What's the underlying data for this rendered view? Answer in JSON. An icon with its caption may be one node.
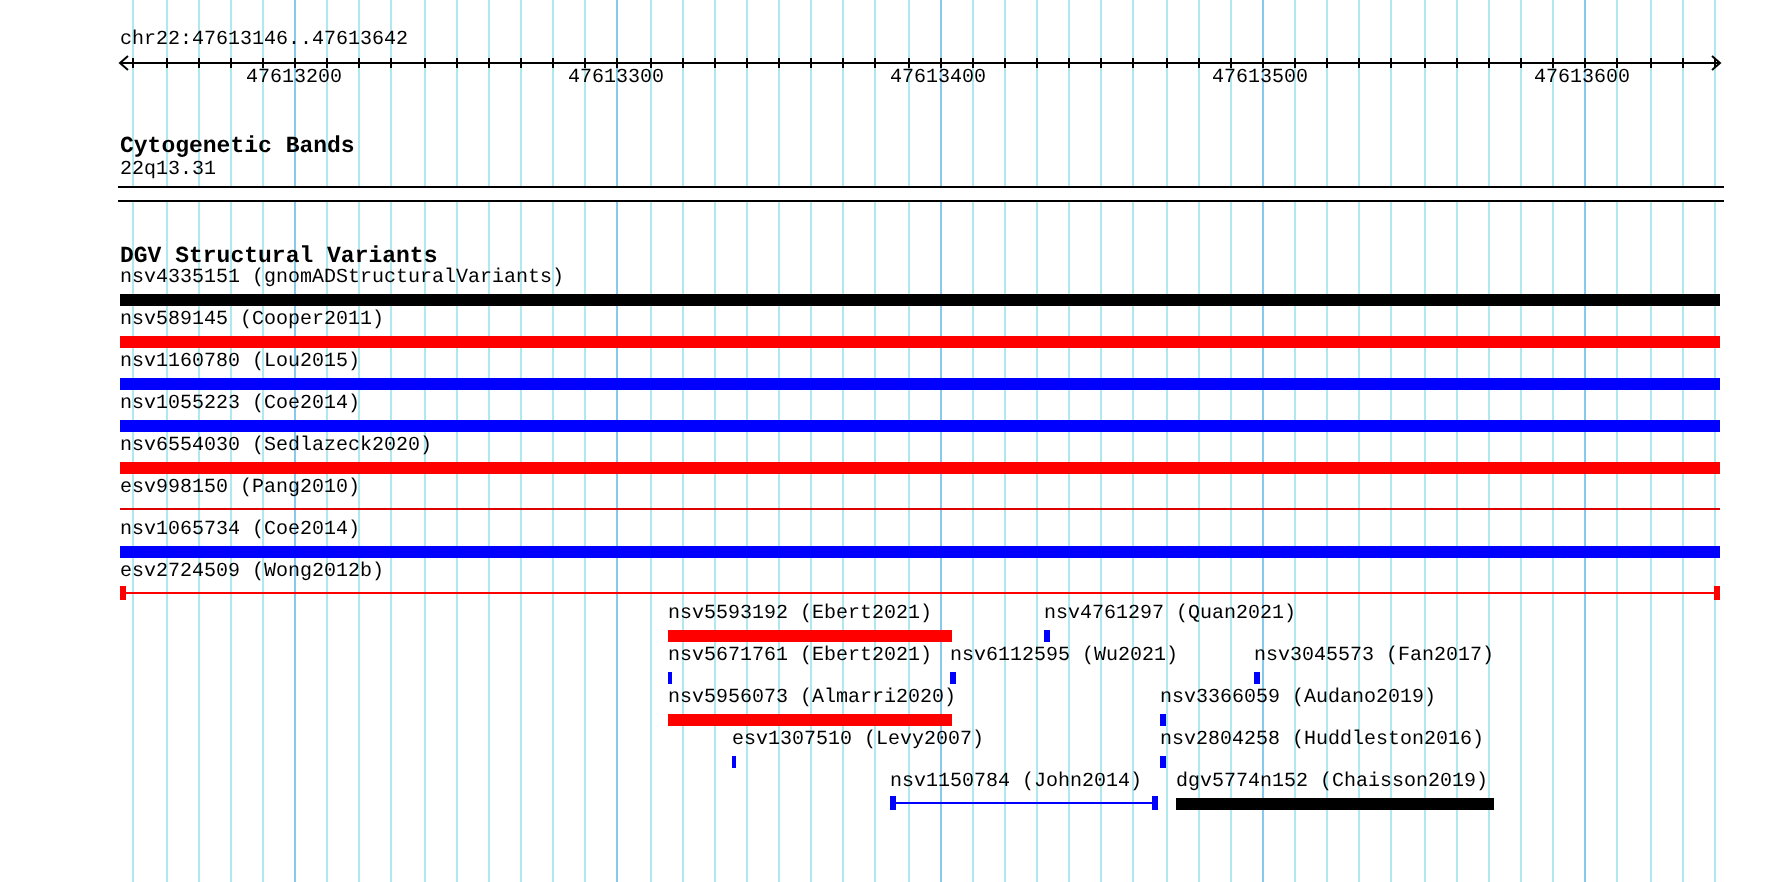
{
  "diagram": {
    "nodes": [
      {
        "text": [
          "22q13.31"
        ]
      },
      {
        "text": [
          "nsv4335151 (gnomADStructuralVariants)"
        ]
      },
      {
        "text": [
          "nsv589145 (Cooper2011)"
        ]
      },
      {
        "text": [
          "nsv1160780 (Lou2015)"
        ]
      },
      {
        "text": [
          "nsv1055223 (Coe2014)"
        ]
      },
      {
        "text": [
          "nsv6554030 (Sedlazeck2020)"
        ]
      },
      {
        "text": [
          "esv998150 (Pang2010)"
        ]
      },
      {
        "text": [
          "nsv1065734 (Coe2014)"
        ]
      },
      {
        "text": [
          "esv2724509 (Wong2012b)"
        ]
      },
      {
        "text": [
          "nsv5593192 (Ebert2021)"
        ]
      },
      {
        "text": [
          "nsv4761297 (Quan2021)"
        ]
      },
      {
        "text": [
          "nsv5671761 (Ebert2021)"
        ]
      },
      {
        "text": [
          "nsv6112595 (Wu2021)"
        ]
      },
      {
        "text": [
          "nsv3045573 (Fan2017)"
        ]
      },
      {
        "text": [
          "nsv5956073 (Almarri2020)"
        ]
      },
      {
        "text": [
          "nsv3366059 (Audano2019)"
        ]
      },
      {
        "text": [
          "esv1307510 (Levy2007)"
        ]
      },
      {
        "text": [
          "nsv2804258 (Huddleston2016)"
        ]
      },
      {
        "text": [
          "nsv1150784 (John2014)"
        ]
      },
      {
        "text": [
          "dgv5774n152 (Chaisson2019)"
        ]
      }
    ],
    "labels": [
      "chr22:47613146..47613642",
      "47613200",
      "47613300",
      "47613400",
      "47613500",
      "47613600",
      "Cytogenetic Bands",
      "DGV Structural Variants"
    ]
  }
}
